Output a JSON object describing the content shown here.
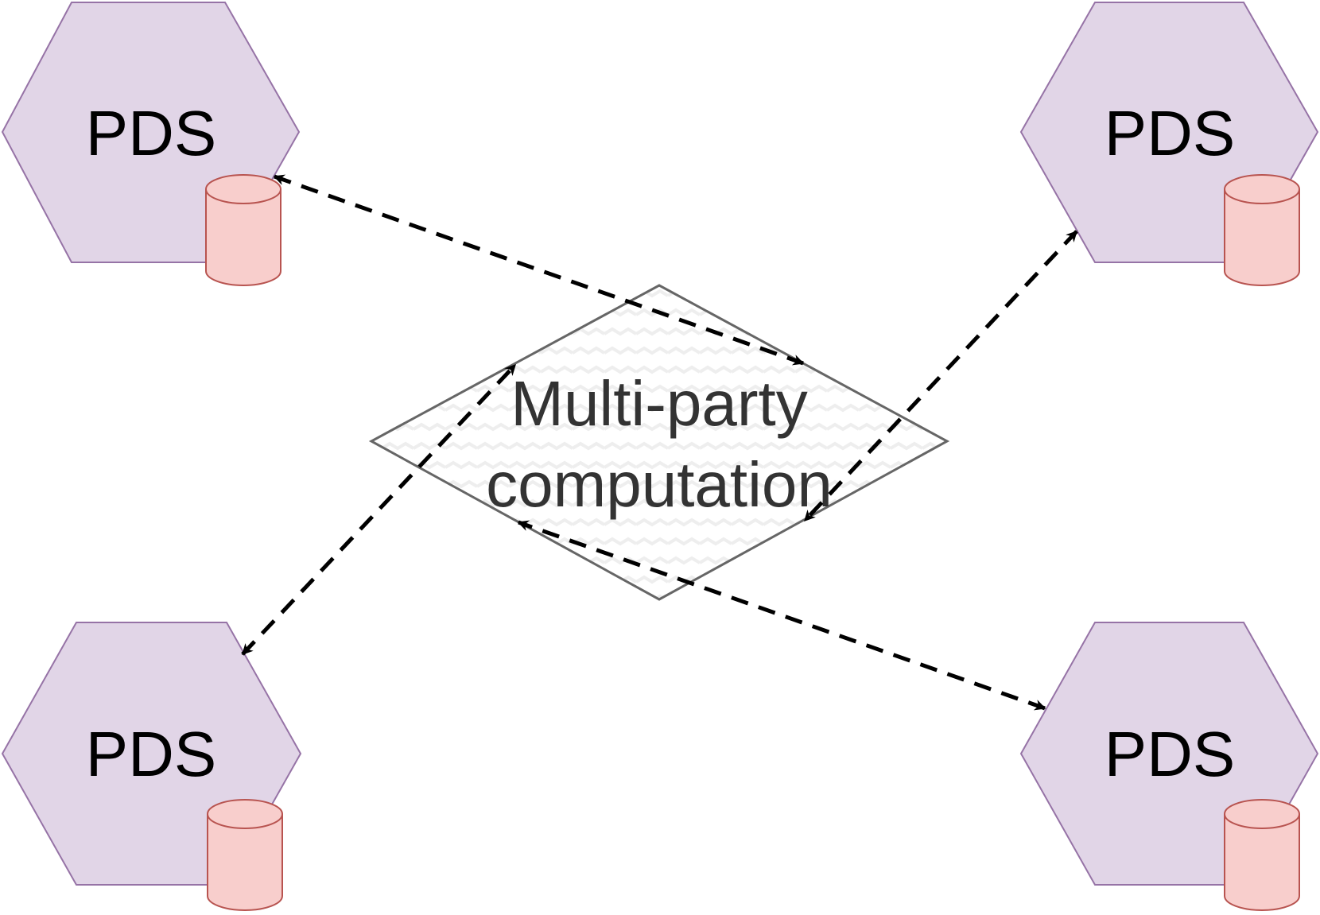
{
  "colors": {
    "hex_fill": "#e1d5e7",
    "hex_stroke": "#9673a6",
    "db_fill": "#f8cecc",
    "db_stroke": "#b85450",
    "diamond_stroke": "#666666",
    "diamond_text": "#333333",
    "arrow": "#000000"
  },
  "nodes": {
    "pds_top_left": {
      "label": "PDS",
      "icon": "database-icon"
    },
    "pds_top_right": {
      "label": "PDS",
      "icon": "database-icon"
    },
    "pds_bottom_left": {
      "label": "PDS",
      "icon": "database-icon"
    },
    "pds_bottom_right": {
      "label": "PDS",
      "icon": "database-icon"
    },
    "mpc": {
      "line1": "Multi-party",
      "line2": "computation"
    }
  },
  "edges": [
    {
      "from": "pds_top_left",
      "to": "mpc",
      "style": "dashed",
      "arrows": "both"
    },
    {
      "from": "pds_top_right",
      "to": "mpc",
      "style": "dashed",
      "arrows": "both"
    },
    {
      "from": "pds_bottom_left",
      "to": "mpc",
      "style": "dashed",
      "arrows": "both"
    },
    {
      "from": "pds_bottom_right",
      "to": "mpc",
      "style": "dashed",
      "arrows": "both"
    }
  ]
}
